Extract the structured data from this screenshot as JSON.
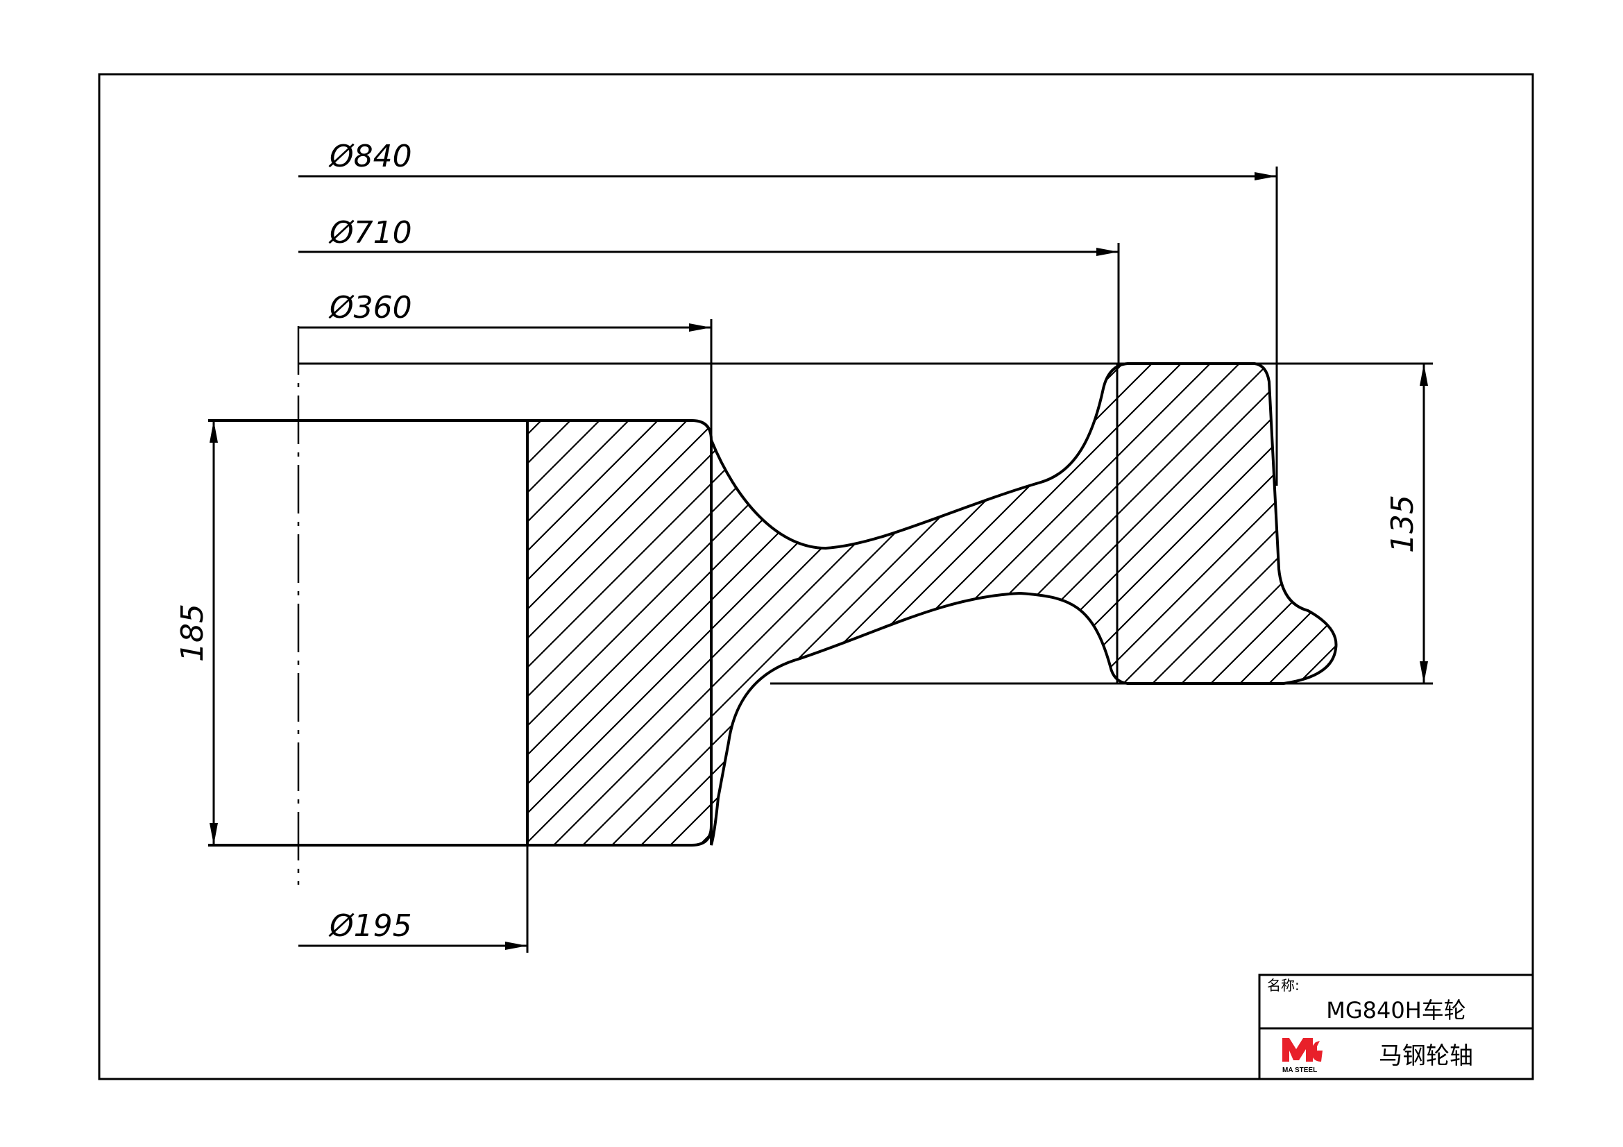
{
  "dimensions": {
    "d840": "Ø840",
    "d710": "Ø710",
    "d360": "Ø360",
    "d195": "Ø195",
    "h185": "185",
    "h135": "135"
  },
  "title_block": {
    "name_label": "名称:",
    "part_name": "MG840H车轮",
    "company": "马钢轮轴",
    "logo_text": "MA STEEL"
  },
  "colors": {
    "line": "#000000",
    "logo_red": "#e8202a",
    "background": "#ffffff"
  }
}
